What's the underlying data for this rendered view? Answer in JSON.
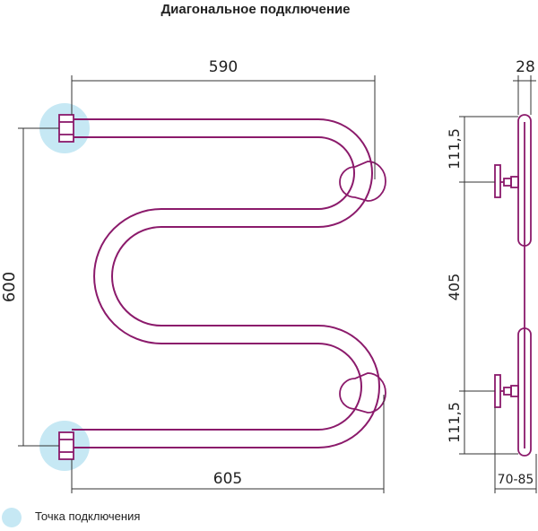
{
  "title": "Диагональное подключение",
  "colors": {
    "pipe": "#8b1a6b",
    "connection": "#c6e8f4",
    "line": "#333333"
  },
  "dimensions": {
    "top_width": "590",
    "bottom_width": "605",
    "height": "600",
    "depth": "28",
    "upper_offset": "111,5",
    "center_distance": "405",
    "lower_offset": "111,5",
    "wall_distance": "70-85"
  },
  "legend": {
    "label": "Точка подключения"
  }
}
